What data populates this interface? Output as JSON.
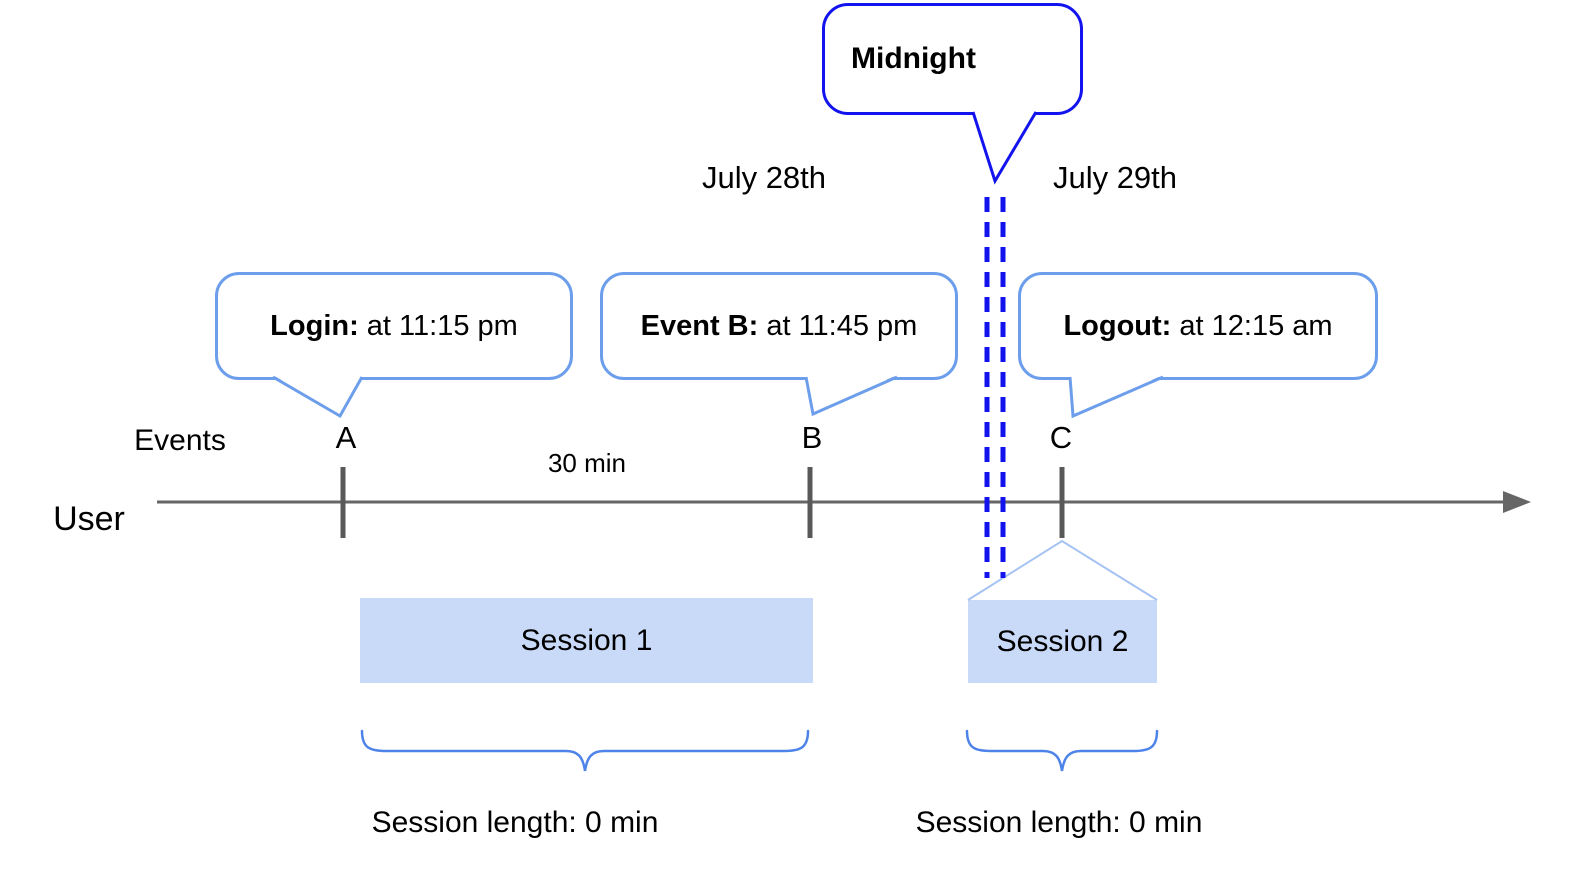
{
  "midnight_callout": {
    "label": "Midnight"
  },
  "dates": {
    "left": "July 28th",
    "right": "July 29th"
  },
  "event_callouts": [
    {
      "label_bold": "Login:",
      "label_rest": " at 11:15 pm"
    },
    {
      "label_bold": "Event B:",
      "label_rest": " at 11:45 pm"
    },
    {
      "label_bold": "Logout:",
      "label_rest": " at 12:15 am"
    }
  ],
  "timeline": {
    "axis_label": "User",
    "events_label": "Events",
    "interval_label": "30 min",
    "event_markers": [
      "A",
      "B",
      "C"
    ]
  },
  "sessions": [
    {
      "label": "Session 1",
      "length_label": "Session length: 0 min"
    },
    {
      "label": "Session 2",
      "length_label": "Session length: 0 min"
    }
  ],
  "colors": {
    "midnight_blue": "#1313ee",
    "callout_border_blue": "#6d9eeb",
    "brace_blue": "#4e84ea",
    "session_fill": "#c9daf8",
    "connector_light_blue": "#a4c2f4",
    "timeline_gray": "#666666",
    "tick_gray": "#595959"
  }
}
